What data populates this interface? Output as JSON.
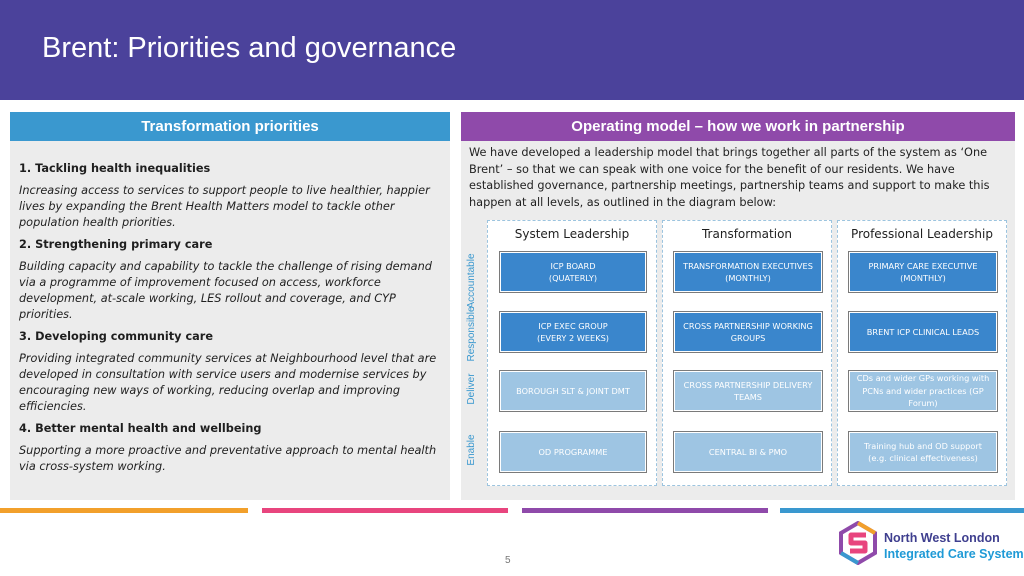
{
  "header": {
    "title": "Brent: Priorities and governance"
  },
  "left": {
    "heading": "Transformation priorities",
    "priorities": [
      {
        "title": "1. Tackling health inequalities",
        "desc": "Increasing access to services to support people to live healthier, happier lives by expanding the Brent Health Matters model to tackle other population health priorities."
      },
      {
        "title": "2. Strengthening primary care",
        "desc": "Building capacity and capability to tackle the challenge of rising demand via a programme of improvement focused on access, workforce development, at-scale working, LES rollout and coverage, and CYP priorities."
      },
      {
        "title": "3. Developing community care",
        "desc": "Providing integrated community services at Neighbourhood level that are developed in consultation with service users and modernise services by encouraging new ways of working, reducing overlap and improving efficiencies."
      },
      {
        "title": "4. Better mental health and wellbeing",
        "desc": "Supporting a more proactive and preventative approach to mental health via cross-system working."
      }
    ]
  },
  "right": {
    "heading": "Operating model – how we work in partnership",
    "intro": "We have developed a leadership model that brings together all parts of the system as ‘One Brent’ – so that we can speak with one voice for the benefit of our residents. We have established governance, partnership meetings, partnership teams and support to make this happen at all levels, as outlined in the diagram below:",
    "columns": [
      "System Leadership",
      "Transformation",
      "Professional Leadership"
    ],
    "rows": [
      "Accountable",
      "Responsible",
      "Deliver",
      "Enable"
    ],
    "cells": [
      [
        "ICP BOARD\n(QUATERLY)",
        "TRANSFORMATION EXECUTIVES\n(MONTHLY)",
        "PRIMARY CARE EXECUTIVE\n(MONTHLY)"
      ],
      [
        "ICP EXEC GROUP\n(EVERY 2 WEEKS)",
        "CROSS PARTNERSHIP WORKING GROUPS",
        "BRENT ICP CLINICAL LEADS"
      ],
      [
        "BOROUGH SLT & JOINT DMT",
        "CROSS PARTNERSHIP DELIVERY TEAMS",
        "CDs and wider GPs working with PCNs and wider practices (GP Forum)"
      ],
      [
        "OD PROGRAMME",
        "CENTRAL BI & PMO",
        "Training hub and OD support (e.g. clinical effectiveness)"
      ]
    ]
  },
  "footer": {
    "page": "5",
    "logo_line1": "North West London",
    "logo_line2": "Integrated Care System"
  },
  "colors": {
    "header": "#4b429b",
    "left_accent": "#3a98cf",
    "right_accent": "#8f4aaa",
    "cell_dark": "#3a86cc",
    "cell_light": "#9ec5e3"
  }
}
